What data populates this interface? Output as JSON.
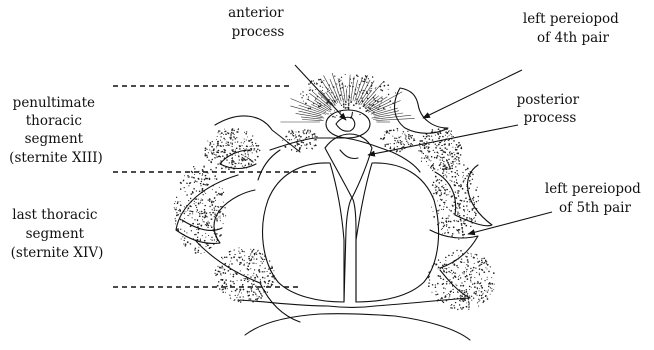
{
  "labels": {
    "anterior_process": [
      "anterior",
      "process"
    ],
    "left_pereiopod_4": [
      "left pereiopod",
      "of 4th pair"
    ],
    "posterior_process": [
      "posterior",
      "process"
    ],
    "penultimate_segment": [
      "penultimate",
      "thoracic",
      "segment",
      "(sternite XIII)"
    ],
    "left_pereiopod_5": [
      "left pereiopod",
      "of 5th pair"
    ],
    "last_segment": [
      "last thoracic",
      "segment",
      "(sternite XIV)"
    ]
  }
}
